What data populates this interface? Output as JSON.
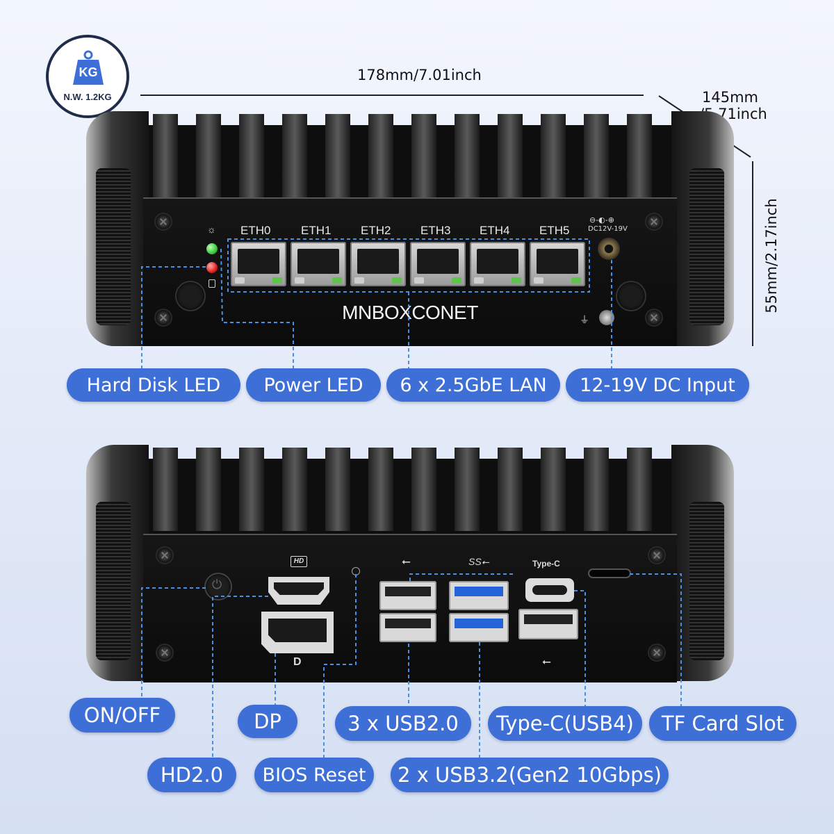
{
  "weight": {
    "unit": "KG",
    "label": "N.W. 1.2KG"
  },
  "dimensions": {
    "width": "178mm/7.01inch",
    "depth_mm": "145mm",
    "depth_in": "/5.71inch",
    "height": "55mm/2.17inch"
  },
  "front": {
    "brand": "MNBOXCONET",
    "ports": [
      "ETH0",
      "ETH1",
      "ETH2",
      "ETH3",
      "ETH4",
      "ETH5"
    ],
    "dc_label": "DC12V-19V"
  },
  "front_callouts": [
    "Hard Disk LED",
    "Power LED",
    "6 x 2.5GbE LAN",
    "12-19V DC Input"
  ],
  "rear": {
    "typec_label": "Type-C",
    "hd_label": "HD",
    "dp_label": "D"
  },
  "rear_callouts": {
    "on_off": "ON/OFF",
    "dp": "DP",
    "usb2": "3 x USB2.0",
    "typec": "Type-C(USB4)",
    "tf": "TF Card Slot",
    "hd": "HD2.0",
    "bios": "BIOS Reset",
    "usb3": "2 x USB3.2(Gen2 10Gbps)"
  },
  "colors": {
    "accent": "#3d6fd6",
    "badge_border": "#1f2d4a",
    "led_green": "#3cc83c",
    "led_red": "#e02020"
  }
}
